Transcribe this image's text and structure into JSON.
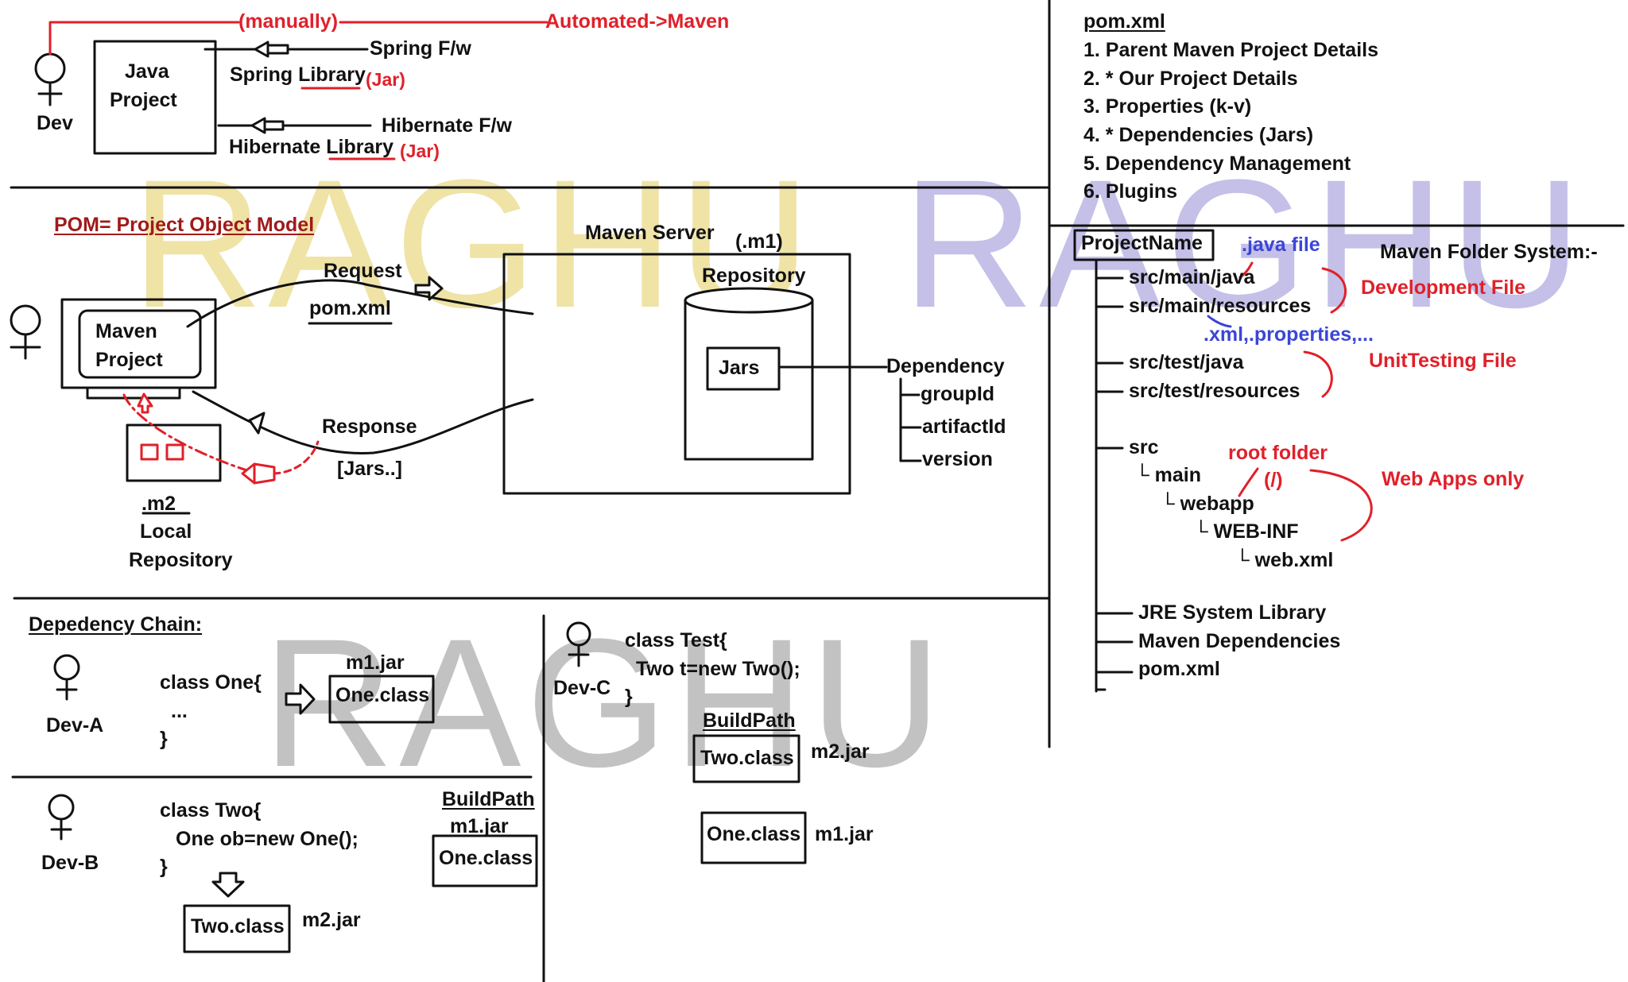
{
  "colors": {
    "text": "#111111",
    "red": "#e0202a",
    "dark_red": "#a01a1a",
    "blue": "#3b46d6",
    "watermark_yellow": "#efe3a6",
    "watermark_purple": "#c4c0e8",
    "watermark_gray": "#c2c2c2"
  },
  "watermark": {
    "text": "RAGHU"
  },
  "build_flow": {
    "manually": "(manually)",
    "automated": "Automated->Maven",
    "dev": "Dev",
    "java_project_line1": "Java",
    "java_project_line2": "Project",
    "spring_fw": "Spring F/w",
    "spring_library": "Spring Library",
    "spring_jar": "(Jar)",
    "hibernate_fw": "Hibernate F/w",
    "hibernate_library": "Hibernate Library",
    "hibernate_jar": "(Jar)"
  },
  "pom_sections": {
    "title": "pom.xml",
    "items": [
      "1. Parent Maven Project Details",
      "2. * Our Project Details",
      "3. Properties (k-v)",
      "4. * Dependencies (Jars)",
      "5. Dependency Management",
      "6. Plugins"
    ]
  },
  "pom_model": {
    "title": "POM= Project Object Model",
    "maven_project_line1": "Maven",
    "maven_project_line2": "Project",
    "request": "Request",
    "pom_xml": "pom.xml",
    "response": "Response",
    "jars_list": "[Jars..]",
    "m2": ".m2",
    "local": "Local",
    "repository_label": "Repository",
    "maven_server": "Maven Server",
    "m1": "(.m1)",
    "repository": "Repository",
    "jars": "Jars",
    "dependency": "Dependency",
    "group_id": "groupId",
    "artifact_id": "artifactId",
    "version": "version"
  },
  "folder_system": {
    "title": "Maven Folder System:-",
    "project_name": "ProjectName",
    "java_file": ".java file",
    "src_main_java": "src/main/java",
    "src_main_resources": "src/main/resources",
    "development_file": "Development File",
    "xml_properties": ".xml,.properties,...",
    "src_test_java": "src/test/java",
    "src_test_resources": "src/test/resources",
    "unit_testing_file": "UnitTesting File",
    "src": "src",
    "main": "└ main",
    "webapp": "└ webapp",
    "web_inf": "└ WEB-INF",
    "web_xml": "└ web.xml",
    "root_folder": "root folder",
    "root_slash": "(/)",
    "web_apps_only": "Web Apps only",
    "jre_system_library": "JRE System Library",
    "maven_dependencies": "Maven Dependencies",
    "pom_xml": "pom.xml"
  },
  "dependency_chain": {
    "title": "Depedency Chain:",
    "dev_a": "Dev-A",
    "class_one_l1": "class One{",
    "class_one_l2": "...",
    "class_one_l3": "}",
    "m1_jar": "m1.jar",
    "one_class": "One.class",
    "dev_b": "Dev-B",
    "class_two_l1": "class Two{",
    "class_two_l2": "One ob=new One();",
    "class_two_l3": "}",
    "build_path": "BuildPath",
    "b_m1_jar": "m1.jar",
    "b_one_class": "One.class",
    "two_class": "Two.class",
    "m2_jar": "m2.jar",
    "dev_c": "Dev-C",
    "class_test_l1": "class Test{",
    "class_test_l2": "Two t=new Two();",
    "class_test_l3": "}",
    "c_build_path": "BuildPath",
    "c_two_class": "Two.class",
    "c_m2_jar": "m2.jar",
    "c_one_class": "One.class",
    "c_m1_jar": "m1.jar"
  }
}
